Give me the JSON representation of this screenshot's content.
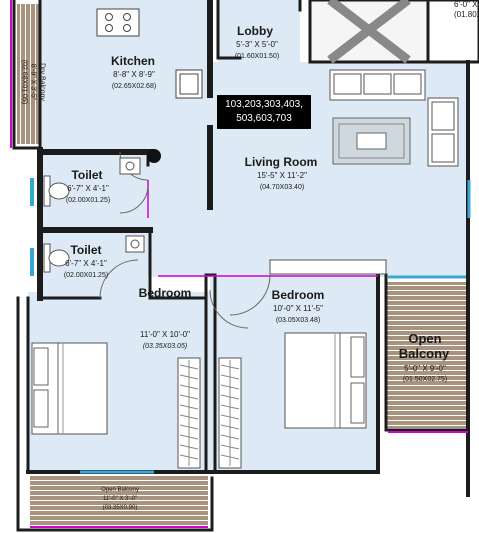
{
  "rooms": {
    "lobby": {
      "name": "Lobby",
      "dim_ft": "5'-3\" X 5'-0\"",
      "dim_m": "(01.60X01.50)"
    },
    "kitchen": {
      "name": "Kitchen",
      "dim_ft": "8'-8\" X 8'-9\"",
      "dim_m": "(02.65X02.68)"
    },
    "living": {
      "name": "Living Room",
      "dim_ft": "15'-5\" X 11'-2\"",
      "dim_m": "(04.70X03.40)"
    },
    "toilet1": {
      "name": "Toilet",
      "dim_ft": "6'-7\" X 4'-1\"",
      "dim_m": "(02.00X01.25)"
    },
    "toilet2": {
      "name": "Toilet",
      "dim_ft": "6'-7\" X 4'-1\"",
      "dim_m": "(02.00X01.25)"
    },
    "bedroom1": {
      "name": "Bedroom",
      "dim_ft": "11'-0\" X 10'-0\"",
      "dim_m": "(03.35X03.05)"
    },
    "bedroom2": {
      "name": "Bedroom",
      "dim_ft": "10'-0\" X 11'-5\"",
      "dim_m": "(03.05X03.48)"
    },
    "open_balcony_right": {
      "name_line1": "Open",
      "name_line2": "Balcony",
      "dim_ft": "5'-0\" X 9'-0\"",
      "dim_m": "(01.50X02.75)"
    },
    "open_balcony_bottom": {
      "name": "Open Balcony",
      "dim_ft": "11'-0\" X 3'-0\"",
      "dim_m": "(03.35X0.90)"
    },
    "dry_balcony": {
      "name": "Dry Balcony",
      "dim_ft": "8'-9\" X 3'-5\"",
      "dim_m": "(02.68X01.05)"
    }
  },
  "unit_numbers": {
    "line1": "103,203,303,403,",
    "line2": "503,603,703"
  },
  "adjacent_cut": {
    "line1": "6'-0\" X",
    "line2": "(01.80X"
  },
  "colors": {
    "floor": "#dde9f4",
    "wall": "#1c1c1c",
    "balcony": "#a8937e",
    "accent": "#d200d2",
    "window": "#3aa6d6"
  },
  "icons": [
    "stove-icon",
    "sink-icon",
    "sofa-icon",
    "rug-icon",
    "bed-icon",
    "wardrobe-icon",
    "wc-icon",
    "washbasin-icon",
    "shaft-icon",
    "door-swing-icon"
  ]
}
